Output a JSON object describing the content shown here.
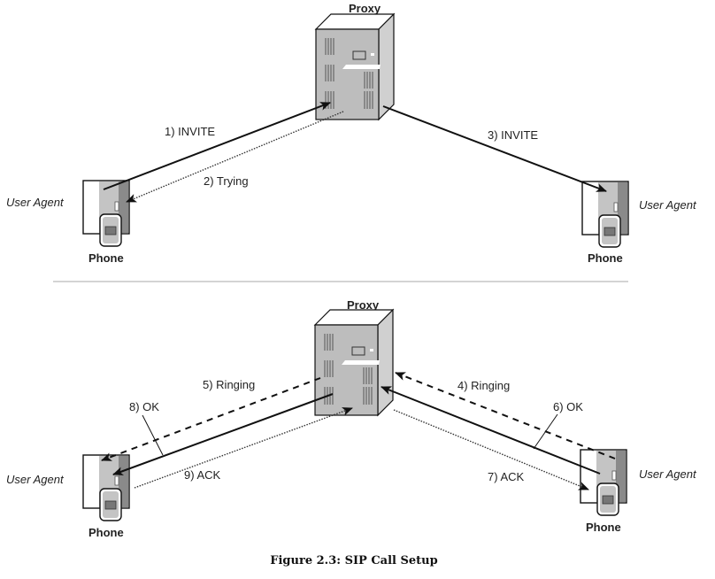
{
  "diagram": {
    "caption": "Figure 2.3:  SIP Call Setup",
    "colors": {
      "server_front": "#bdbdbd",
      "server_top": "#ffffff",
      "server_side": "#d8d8d8",
      "phone_light": "#c4c4c4",
      "phone_dark": "#8a8a8a",
      "line": "#111111",
      "divider": "#d4d4d4"
    },
    "top_panel": {
      "proxy_label": "Proxy",
      "left_agent": {
        "role_label": "User Agent",
        "device_label": "Phone"
      },
      "right_agent": {
        "role_label": "User Agent",
        "device_label": "Phone"
      },
      "messages": [
        {
          "id": 1,
          "label": "1) INVITE",
          "from": "left-phone",
          "to": "proxy",
          "style": "solid"
        },
        {
          "id": 2,
          "label": "2) Trying",
          "from": "proxy",
          "to": "left-phone",
          "style": "dotted"
        },
        {
          "id": 3,
          "label": "3) INVITE",
          "from": "proxy",
          "to": "right-phone",
          "style": "solid"
        }
      ]
    },
    "bottom_panel": {
      "proxy_label": "Proxy",
      "left_agent": {
        "role_label": "User Agent",
        "device_label": "Phone"
      },
      "right_agent": {
        "role_label": "User Agent",
        "device_label": "Phone"
      },
      "messages": [
        {
          "id": 4,
          "label": "4) Ringing",
          "from": "right-phone",
          "to": "proxy",
          "style": "dashed"
        },
        {
          "id": 5,
          "label": "5) Ringing",
          "from": "proxy",
          "to": "left-phone",
          "style": "dashed"
        },
        {
          "id": 6,
          "label": "6) OK",
          "from": "right-phone",
          "to": "proxy",
          "style": "solid"
        },
        {
          "id": 7,
          "label": "7) ACK",
          "from": "proxy",
          "to": "right-phone",
          "style": "dotted"
        },
        {
          "id": 8,
          "label": "8) OK",
          "from": "proxy",
          "to": "left-phone",
          "style": "solid"
        },
        {
          "id": 9,
          "label": "9) ACK",
          "from": "left-phone",
          "to": "proxy",
          "style": "dotted"
        }
      ]
    }
  }
}
